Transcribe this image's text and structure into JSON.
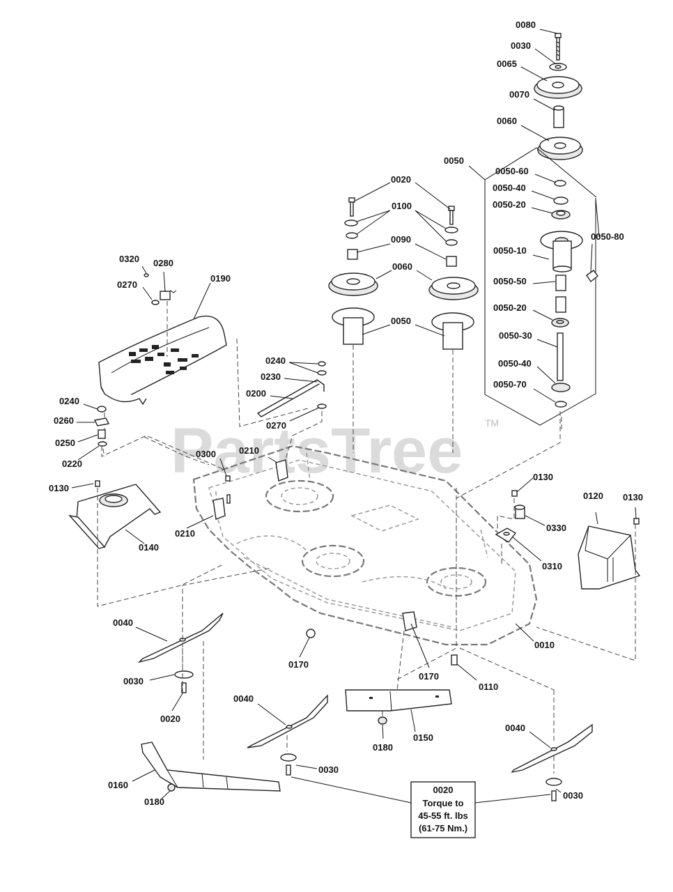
{
  "watermark": {
    "text": "PartsTree",
    "trademark": "TM"
  },
  "callouts": [
    {
      "id": "0080",
      "text": "0080"
    },
    {
      "id": "0030a",
      "text": "0030"
    },
    {
      "id": "0065",
      "text": "0065"
    },
    {
      "id": "0070",
      "text": "0070"
    },
    {
      "id": "0060a",
      "text": "0060"
    },
    {
      "id": "0050a",
      "text": "0050"
    },
    {
      "id": "005060",
      "text": "0050-60"
    },
    {
      "id": "005040a",
      "text": "0050-40"
    },
    {
      "id": "005020a",
      "text": "0050-20"
    },
    {
      "id": "005080",
      "text": "0050-80"
    },
    {
      "id": "005010",
      "text": "0050-10"
    },
    {
      "id": "005050",
      "text": "0050-50"
    },
    {
      "id": "005020b",
      "text": "0050-20"
    },
    {
      "id": "005030",
      "text": "0050-30"
    },
    {
      "id": "005040b",
      "text": "0050-40"
    },
    {
      "id": "005070",
      "text": "0050-70"
    },
    {
      "id": "0020a",
      "text": "0020"
    },
    {
      "id": "0100",
      "text": "0100"
    },
    {
      "id": "0090",
      "text": "0090"
    },
    {
      "id": "0060b",
      "text": "0060"
    },
    {
      "id": "0050b",
      "text": "0050"
    },
    {
      "id": "0320",
      "text": "0320"
    },
    {
      "id": "0280",
      "text": "0280"
    },
    {
      "id": "0270a",
      "text": "0270"
    },
    {
      "id": "0190",
      "text": "0190"
    },
    {
      "id": "0240a",
      "text": "0240"
    },
    {
      "id": "0230",
      "text": "0230"
    },
    {
      "id": "0200",
      "text": "0200"
    },
    {
      "id": "0270b",
      "text": "0270"
    },
    {
      "id": "0240b",
      "text": "0240"
    },
    {
      "id": "0260",
      "text": "0260"
    },
    {
      "id": "0250",
      "text": "0250"
    },
    {
      "id": "0220",
      "text": "0220"
    },
    {
      "id": "0300",
      "text": "0300"
    },
    {
      "id": "0210a",
      "text": "0210"
    },
    {
      "id": "0130a",
      "text": "0130"
    },
    {
      "id": "0140",
      "text": "0140"
    },
    {
      "id": "0210b",
      "text": "0210"
    },
    {
      "id": "0130b",
      "text": "0130"
    },
    {
      "id": "0120",
      "text": "0120"
    },
    {
      "id": "0130c",
      "text": "0130"
    },
    {
      "id": "0330",
      "text": "0330"
    },
    {
      "id": "0310",
      "text": "0310"
    },
    {
      "id": "0040a",
      "text": "0040"
    },
    {
      "id": "0030b",
      "text": "0030"
    },
    {
      "id": "0020b",
      "text": "0020"
    },
    {
      "id": "0170a",
      "text": "0170"
    },
    {
      "id": "0170b",
      "text": "0170"
    },
    {
      "id": "0110",
      "text": "0110"
    },
    {
      "id": "0010",
      "text": "0010"
    },
    {
      "id": "0040b",
      "text": "0040"
    },
    {
      "id": "0180a",
      "text": "0180"
    },
    {
      "id": "0150",
      "text": "0150"
    },
    {
      "id": "0040c",
      "text": "0040"
    },
    {
      "id": "0030c",
      "text": "0030"
    },
    {
      "id": "0160",
      "text": "0160"
    },
    {
      "id": "0180b",
      "text": "0180"
    },
    {
      "id": "0030d",
      "text": "0030"
    }
  ],
  "torque_note": {
    "part": "0020",
    "line1": "Torque to",
    "line2": "45-55 ft. lbs",
    "line3": "(61-75 Nm.)"
  }
}
